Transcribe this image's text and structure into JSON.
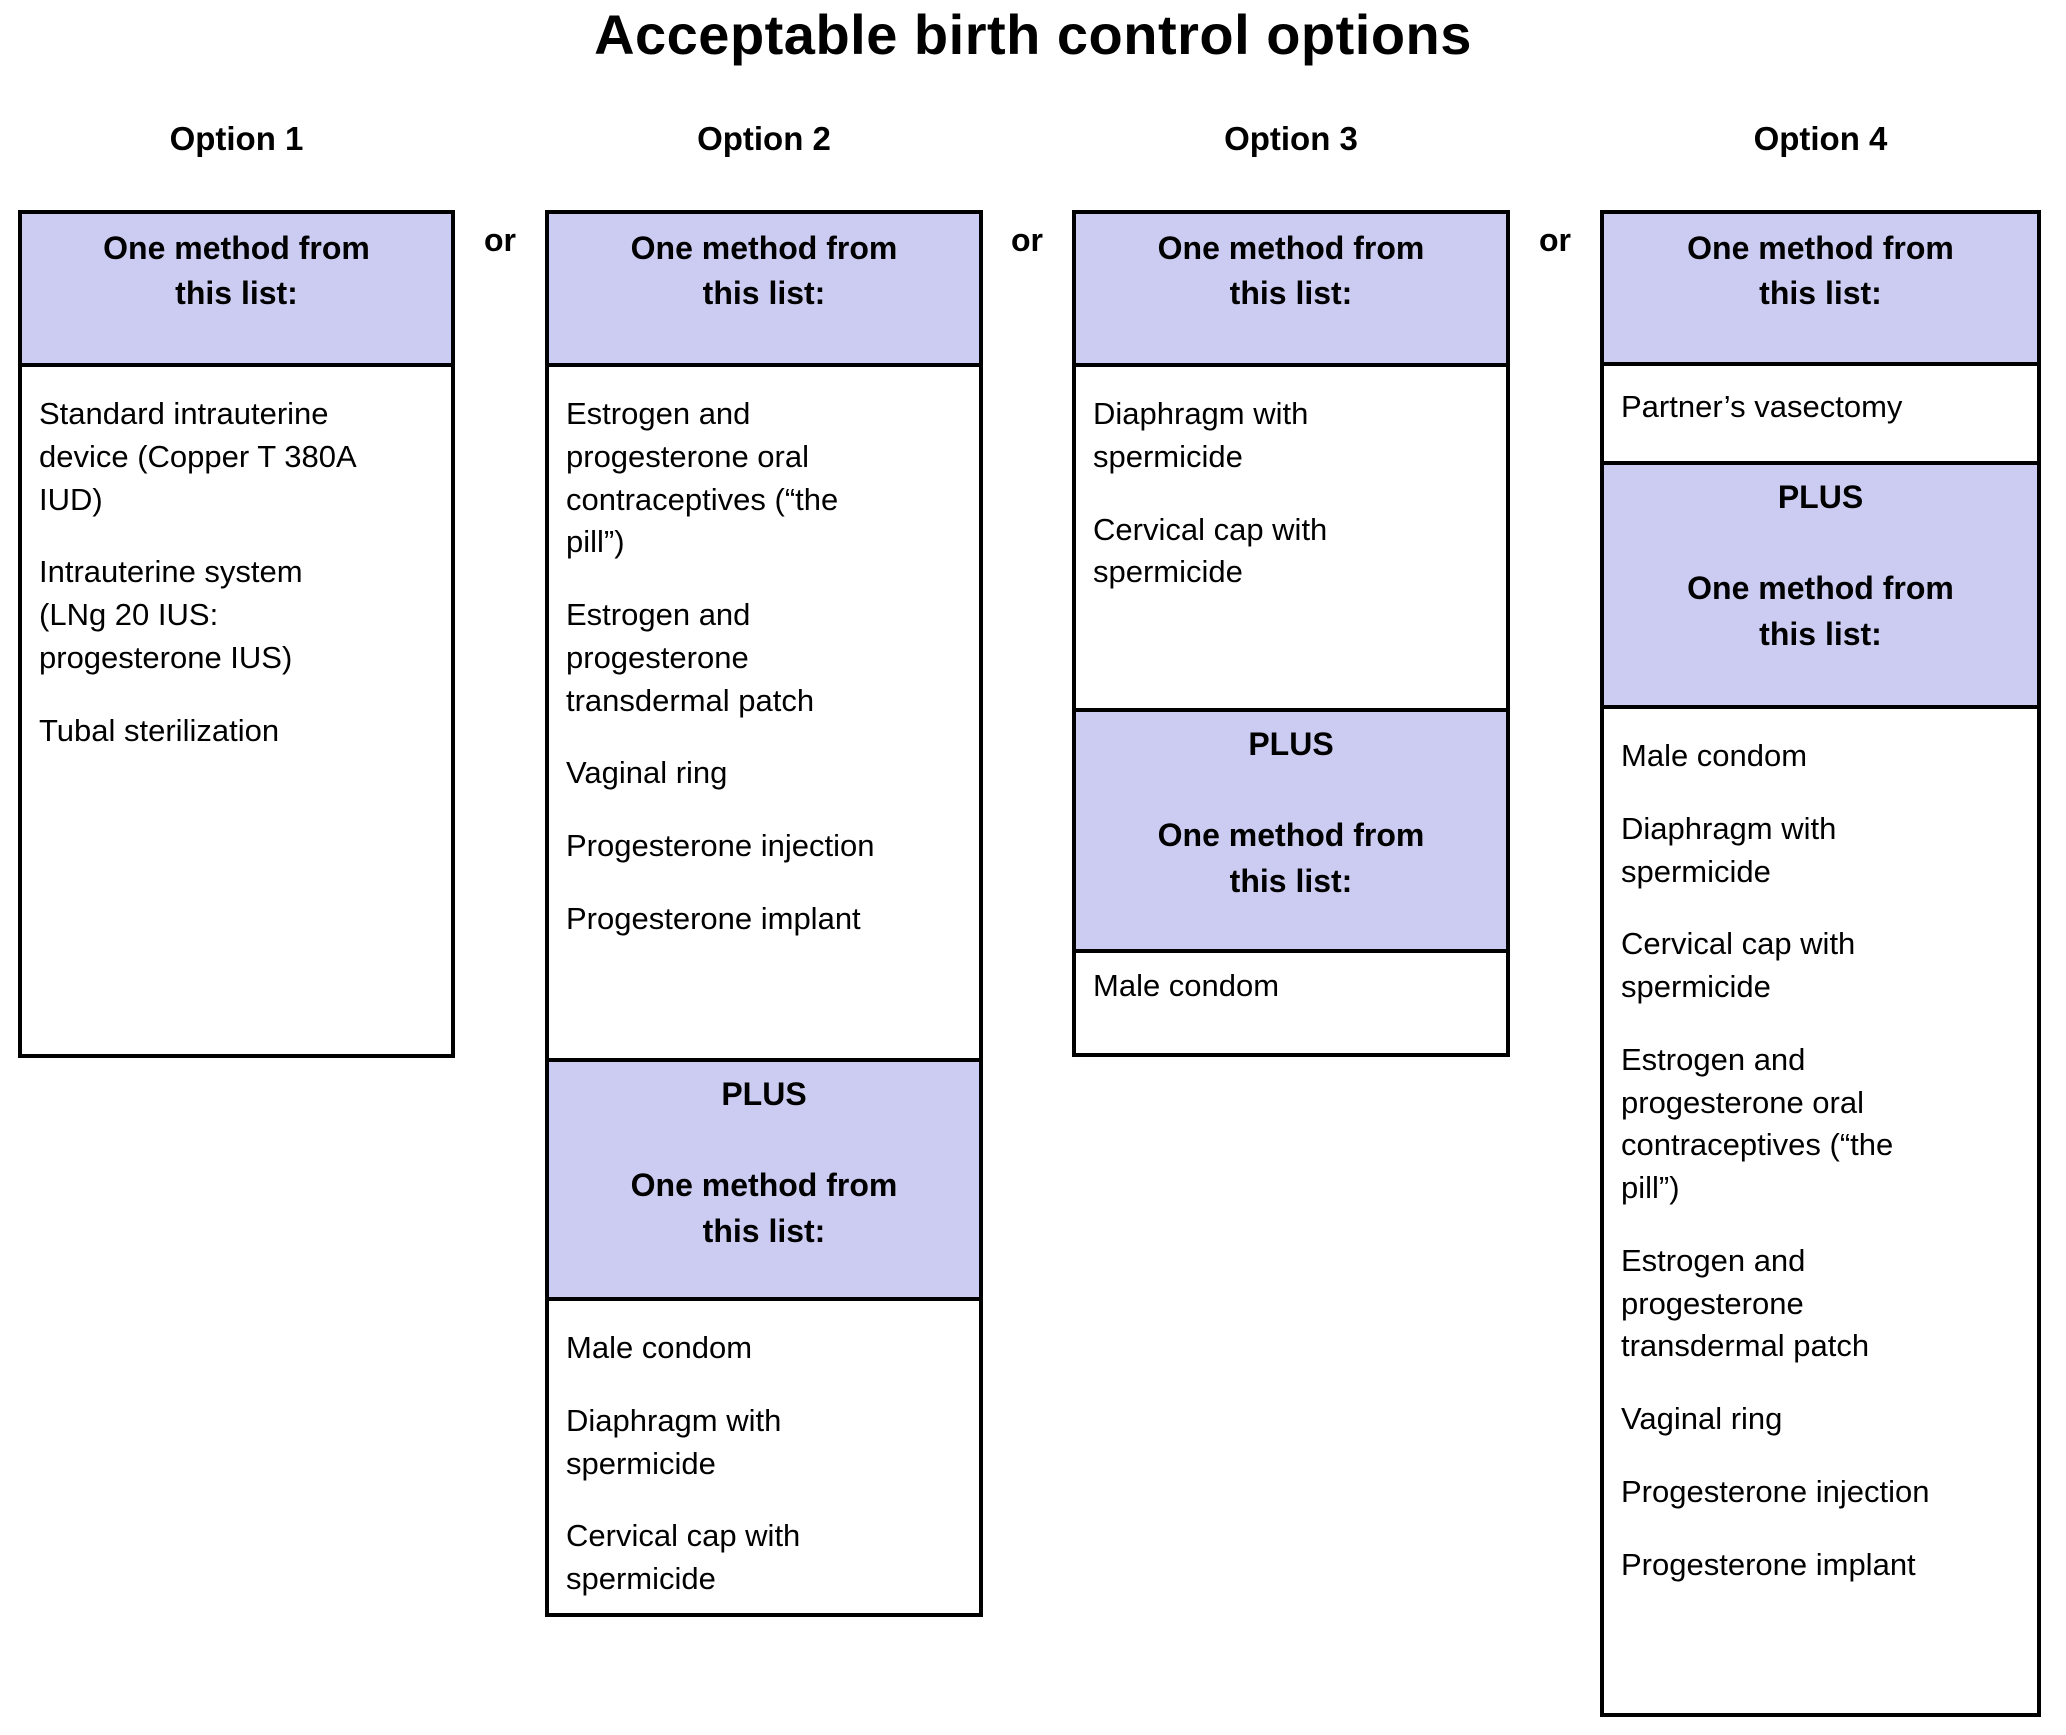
{
  "title": "Acceptable birth control options",
  "separator": "or",
  "colors": {
    "section_header_bg": "#ccccf2",
    "border": "#000000",
    "text": "#000000",
    "background": "#ffffff"
  },
  "columns": [
    {
      "label": "Option 1",
      "header": "One method from this list:",
      "methods": [
        "Standard intrauterine device (Copper T 380A IUD)",
        "Intrauterine system (LNg 20 IUS: progesterone IUS)",
        "Tubal sterilization"
      ]
    },
    {
      "label": "Option 2",
      "header": "One method from this list:",
      "methods": [
        "Estrogen and progesterone oral contraceptives (“the pill”)",
        "Estrogen and progesterone transdermal patch",
        "Vaginal ring",
        "Progesterone injection",
        "Progesterone implant"
      ],
      "plus": "PLUS",
      "plus_header": "One method from this list:",
      "plus_methods": [
        "Male condom",
        "Diaphragm with spermicide",
        "Cervical cap with spermicide"
      ]
    },
    {
      "label": "Option 3",
      "header": "One method from this list:",
      "methods": [
        "Diaphragm with spermicide",
        "Cervical cap with spermicide"
      ],
      "plus": "PLUS",
      "plus_header": "One method from this list:",
      "plus_methods": [
        "Male condom"
      ]
    },
    {
      "label": "Option 4",
      "header": "One method from this list:",
      "methods": [
        "Partner’s vasectomy"
      ],
      "plus": "PLUS",
      "plus_header": "One method from this list:",
      "plus_methods": [
        "Male condom",
        "Diaphragm with spermicide",
        "Cervical cap with spermicide",
        "Estrogen and progesterone oral contraceptives (“the pill”)",
        "Estrogen and progesterone transdermal patch",
        "Vaginal ring",
        "Progesterone injection",
        "Progesterone implant"
      ]
    }
  ]
}
